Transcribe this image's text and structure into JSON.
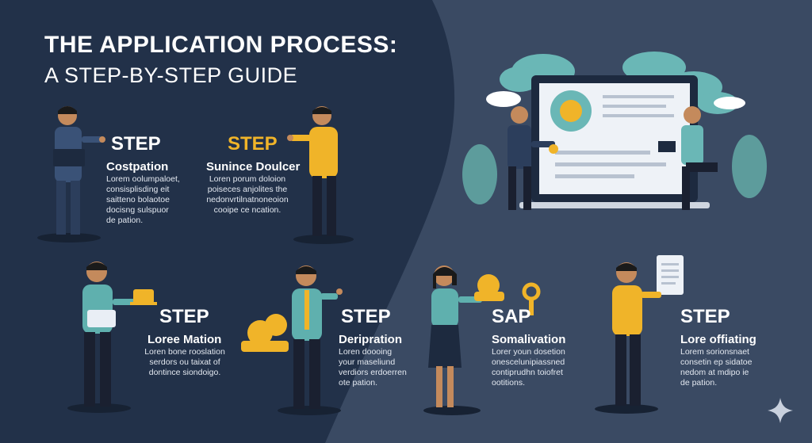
{
  "title": {
    "line1": "THE APPLICATION PROCESS:",
    "line2": "A STEP-BY-STEP GUIDE"
  },
  "colors": {
    "background": "#3a4a63",
    "panel": "#223149",
    "accent_gold": "#f0b429",
    "accent_teal": "#6ab7b6",
    "text": "#ffffff"
  },
  "steps": [
    {
      "label": "STEP",
      "heading": "Costpation",
      "body": [
        "Lorem oolumpaloet,",
        "consisplisding eit",
        "saitteno bolaotoe",
        "docisng sulspuor",
        "de pation."
      ]
    },
    {
      "label": "STEP",
      "heading": "Sunince Doulcer",
      "body": [
        "Loren porum doloion",
        "poiseces anjolites the",
        "nedonvrtilnatnoneoion",
        "cooipe ce ncation."
      ]
    },
    {
      "label": "STEP",
      "heading": "Loree Mation",
      "body": [
        "Loren bone rooslation",
        "serdors ou taixat of",
        "dontince siondoigo."
      ]
    },
    {
      "label": "STEP",
      "heading": "Deripration",
      "body": [
        "Loren doooing",
        "your maseliund",
        "verdiors erdoerren",
        "ote pation."
      ]
    },
    {
      "label": "SAP",
      "heading": "Somalivation",
      "body": [
        "Lorer youn dosetion",
        "onescelunipiassned",
        "contiprudhn toiofret",
        "ootitions."
      ]
    },
    {
      "label": "STEP",
      "heading": "Lore offiating",
      "body": [
        "Lorem sorionsnaet",
        "consetin ep sidatoe",
        "nedom at mdipo ie",
        "de pation."
      ]
    }
  ]
}
